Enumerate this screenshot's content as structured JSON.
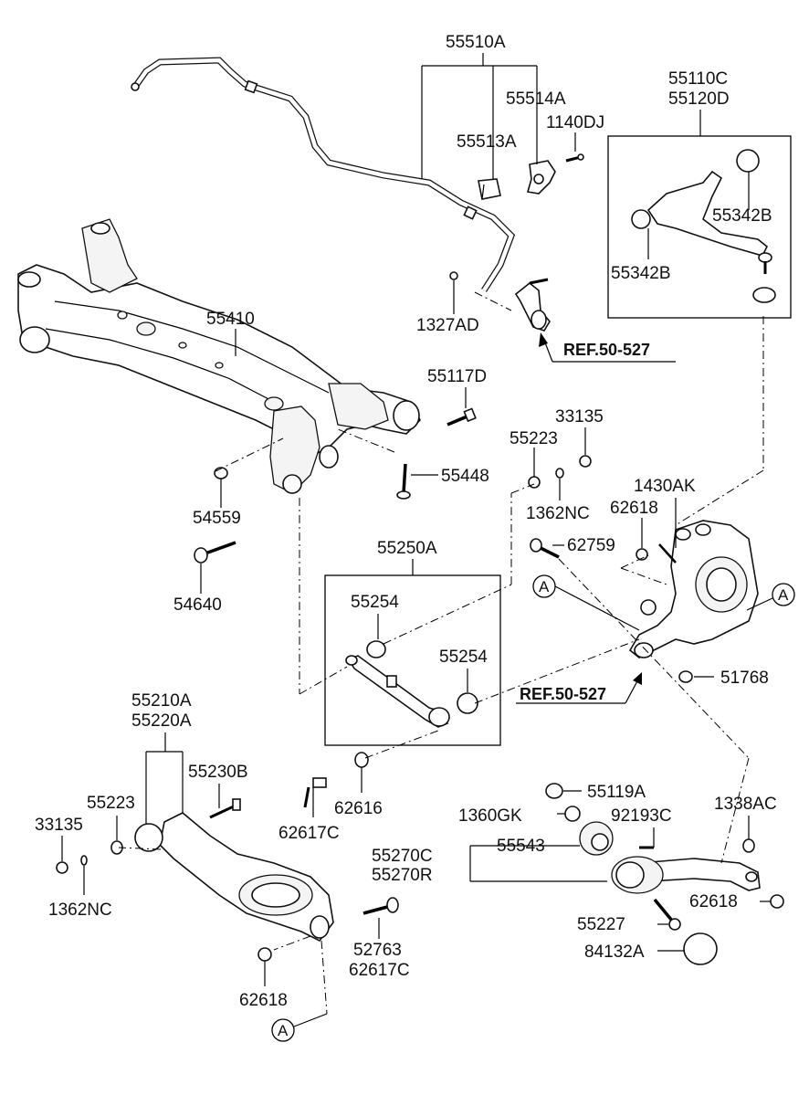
{
  "parts": {
    "p55510A": "55510A",
    "p55514A": "55514A",
    "p1140DJ": "1140DJ",
    "p55513A": "55513A",
    "p55110C": "55110C",
    "p55120D": "55120D",
    "p55342B_a": "55342B",
    "p55342B_b": "55342B",
    "p55410": "55410",
    "p1327AD": "1327AD",
    "p55117D": "55117D",
    "p33135_a": "33135",
    "p55223_a": "55223",
    "p55448": "55448",
    "p54559": "54559",
    "p1362NC_a": "1362NC",
    "p1430AK": "1430AK",
    "p62618_a": "62618",
    "p62759": "62759",
    "p55250A": "55250A",
    "p54640": "54640",
    "p55254_a": "55254",
    "p55254_b": "55254",
    "p51768": "51768",
    "p55210A": "55210A",
    "p55220A": "55220A",
    "p55230B": "55230B",
    "p62616": "62616",
    "p62617C_a": "62617C",
    "p55223_b": "55223",
    "p33135_b": "33135",
    "p1362NC_b": "1362NC",
    "p55119A": "55119A",
    "p1360GK": "1360GK",
    "p92193C": "92193C",
    "p1338AC": "1338AC",
    "p55543": "55543",
    "p55270C": "55270C",
    "p55270R": "55270R",
    "p62618_b": "62618",
    "p55227": "55227",
    "p52763": "52763",
    "p62617C_b": "62617C",
    "p84132A": "84132A",
    "p62618_c": "62618"
  },
  "references": {
    "ref_top": "REF.50-527",
    "ref_mid": "REF.50-527"
  },
  "callouts": {
    "a1": "A",
    "a2": "A",
    "a3": "A"
  }
}
